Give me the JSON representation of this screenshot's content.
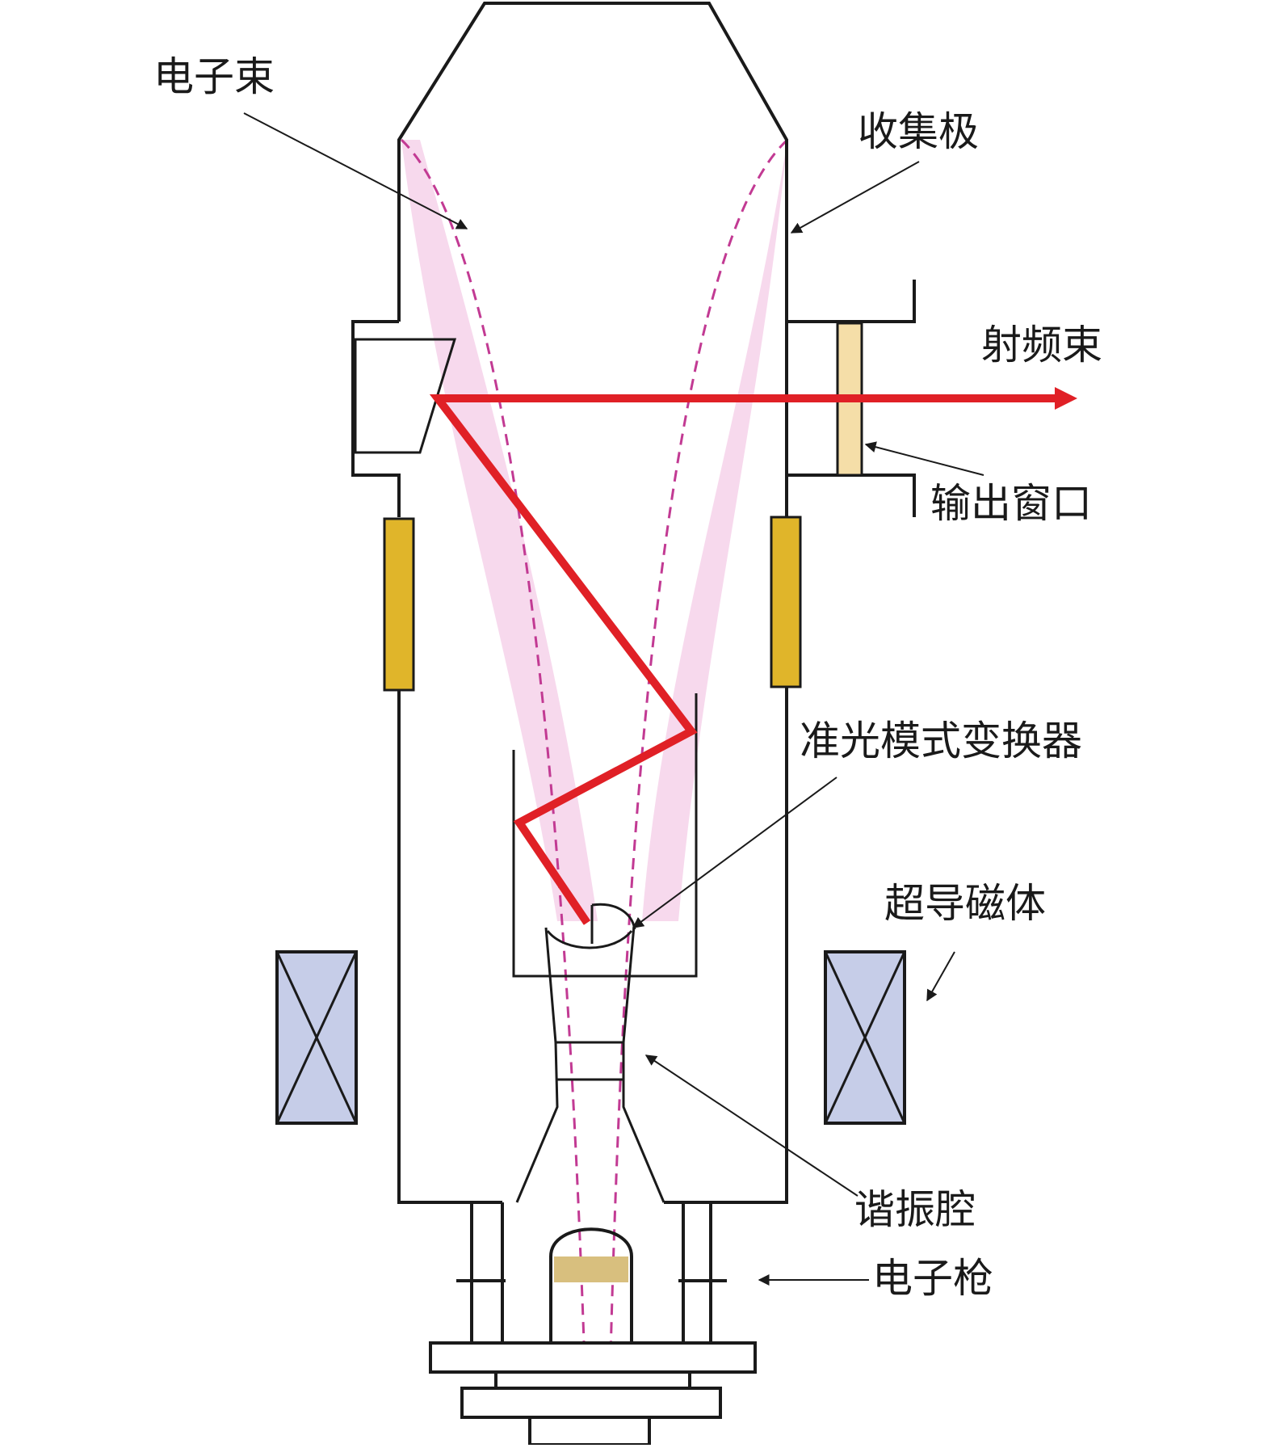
{
  "labels": {
    "electron_beam": "电子束",
    "collector": "收集极",
    "rf_beam": "射频束",
    "output_window": "输出窗口",
    "mode_converter": "准光模式变换器",
    "superconducting_magnet": "超导磁体",
    "resonant_cavity": "谐振腔",
    "electron_gun": "电子枪"
  },
  "colors": {
    "outline": "#1a1a1a",
    "rf_beam": "#e02026",
    "electron_beam_fill": "#f6d2ea",
    "electron_beam_dash": "#c23a93",
    "coil": "#e0b52a",
    "output_window": "#f5dea8",
    "magnet_fill": "#c6cde8",
    "cathode": "#d8bf7e"
  }
}
